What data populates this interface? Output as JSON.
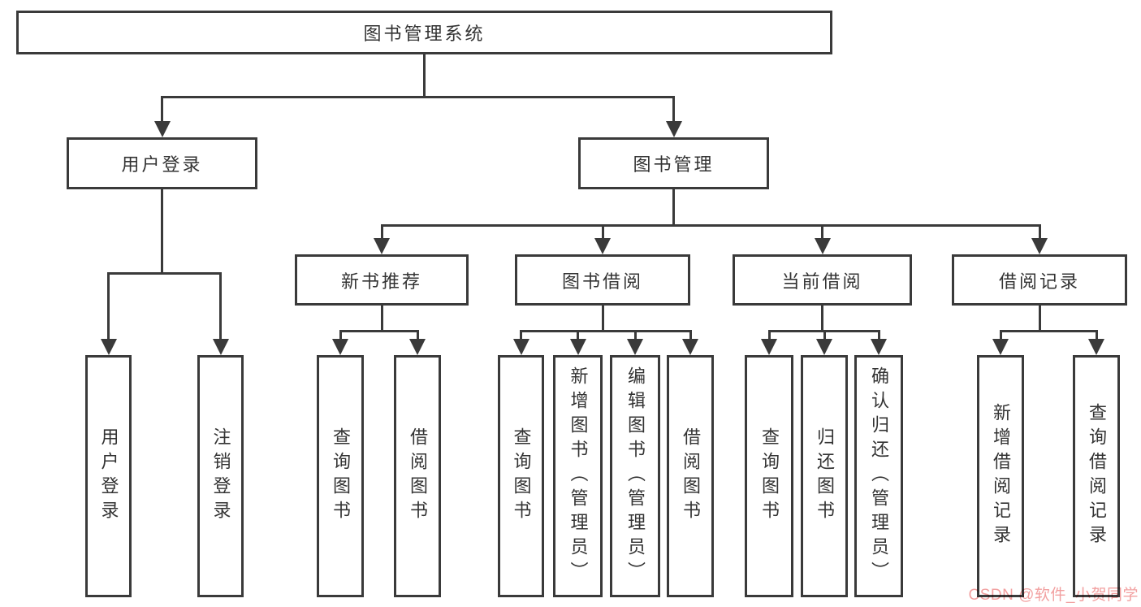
{
  "diagram": {
    "type": "tree",
    "title": "图书管理系统",
    "colors": {
      "line": "#3a3a3a",
      "text": "#333333",
      "box_background": "#ffffff",
      "watermark": "#f2a0a0"
    }
  },
  "nodes": {
    "root": "图书管理系统",
    "user_login": "用户登录",
    "book_mgmt": "图书管理",
    "new_book_rec": "新书推荐",
    "book_borrow": "图书借阅",
    "current_borrow": "当前借阅",
    "borrow_records": "借阅记录",
    "ul_user_login": "用户登录",
    "ul_logout": "注销登录",
    "nb_query": "查询图书",
    "nb_borrow": "借阅图书",
    "bb_query": "查询图书",
    "bb_add": "新增图书（管理员）",
    "bb_edit": "编辑图书（管理员）",
    "bb_borrow": "借阅图书",
    "cb_query": "查询图书",
    "cb_return": "归还图书",
    "cb_confirm": "确认归还（管理员）",
    "br_add": "新增借阅记录",
    "br_query": "查询借阅记录"
  },
  "hierarchy": {
    "label": "图书管理系统",
    "children": [
      {
        "label": "用户登录",
        "children": [
          {
            "label": "用户登录"
          },
          {
            "label": "注销登录"
          }
        ]
      },
      {
        "label": "图书管理",
        "children": [
          {
            "label": "新书推荐",
            "children": [
              {
                "label": "查询图书"
              },
              {
                "label": "借阅图书"
              }
            ]
          },
          {
            "label": "图书借阅",
            "children": [
              {
                "label": "查询图书"
              },
              {
                "label": "新增图书（管理员）"
              },
              {
                "label": "编辑图书（管理员）"
              },
              {
                "label": "借阅图书"
              }
            ]
          },
          {
            "label": "当前借阅",
            "children": [
              {
                "label": "查询图书"
              },
              {
                "label": "归还图书"
              },
              {
                "label": "确认归还（管理员）"
              }
            ]
          },
          {
            "label": "借阅记录",
            "children": [
              {
                "label": "新增借阅记录"
              },
              {
                "label": "查询借阅记录"
              }
            ]
          }
        ]
      }
    ]
  },
  "watermark": {
    "text": "CSDN @软件_小贺同学"
  }
}
